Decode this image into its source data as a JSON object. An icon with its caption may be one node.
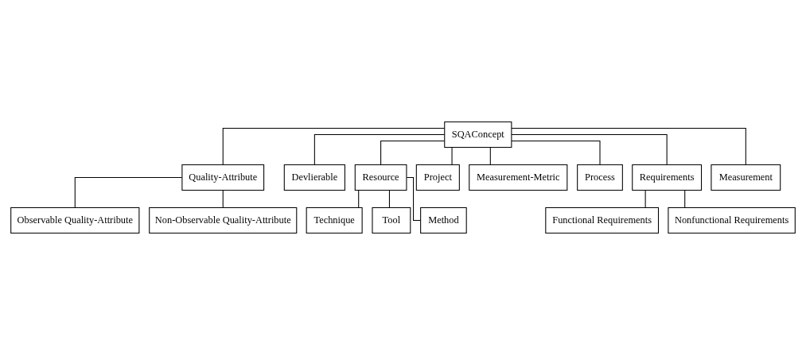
{
  "diagram": {
    "nodes": [
      {
        "text": [
          "SQAConcept"
        ]
      },
      {
        "text": [
          "Quality-Attribute"
        ]
      },
      {
        "text": [
          "Devlierable"
        ]
      },
      {
        "text": [
          "Resource"
        ]
      },
      {
        "text": [
          "Project"
        ]
      },
      {
        "text": [
          "Measurement-Metric"
        ]
      },
      {
        "text": [
          "Process"
        ]
      },
      {
        "text": [
          "Requirements"
        ]
      },
      {
        "text": [
          "Measurement"
        ]
      },
      {
        "text": [
          "Technique"
        ]
      },
      {
        "text": [
          "Tool"
        ]
      },
      {
        "text": [
          "Method"
        ]
      },
      {
        "text": [
          "Functional Requirements"
        ]
      },
      {
        "text": [
          "Nonfunctional Requirements"
        ]
      },
      {
        "text": [
          "Observable Quality-Attribute"
        ]
      },
      {
        "text": [
          "Non-Observable Quality-Attribute"
        ]
      }
    ],
    "edges": [
      {
        "from": 0,
        "to": 1,
        "arrow": "none"
      },
      {
        "from": 0,
        "to": 2,
        "arrow": "none"
      },
      {
        "from": 0,
        "to": 3,
        "arrow": "none"
      },
      {
        "from": 0,
        "to": 4,
        "arrow": "none"
      },
      {
        "from": 0,
        "to": 5,
        "arrow": "none"
      },
      {
        "from": 0,
        "to": 6,
        "arrow": "none"
      },
      {
        "from": 0,
        "to": 7,
        "arrow": "none"
      },
      {
        "from": 0,
        "to": 8,
        "arrow": "none"
      },
      {
        "from": 3,
        "to": 9,
        "arrow": "none"
      },
      {
        "from": 3,
        "to": 10,
        "arrow": "none"
      },
      {
        "from": 3,
        "to": 11,
        "arrow": "none"
      },
      {
        "from": 7,
        "to": 12,
        "arrow": "none"
      },
      {
        "from": 7,
        "to": 13,
        "arrow": "none"
      },
      {
        "from": 1,
        "to": 14,
        "arrow": "none"
      },
      {
        "from": 1,
        "to": 15,
        "arrow": "none"
      }
    ]
  }
}
